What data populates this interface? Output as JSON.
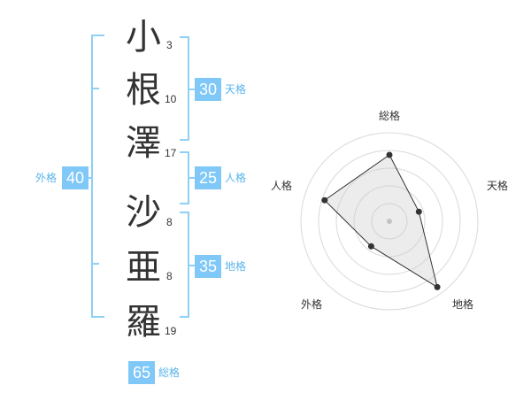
{
  "characters": [
    {
      "char": "小",
      "strokes": "3"
    },
    {
      "char": "根",
      "strokes": "10"
    },
    {
      "char": "澤",
      "strokes": "17"
    },
    {
      "char": "沙",
      "strokes": "8"
    },
    {
      "char": "亜",
      "strokes": "8"
    },
    {
      "char": "羅",
      "strokes": "19"
    }
  ],
  "kaku": {
    "tenkaku": {
      "label": "天格",
      "value": "30"
    },
    "jinkaku": {
      "label": "人格",
      "value": "25"
    },
    "chikaku": {
      "label": "地格",
      "value": "35"
    },
    "gaikaku": {
      "label": "外格",
      "value": "40"
    },
    "soukaku": {
      "label": "総格",
      "value": "65"
    }
  },
  "colors": {
    "accent": "#7fc8f8",
    "accent_text": "#5ab4ea",
    "bracket": "#8fd0f5"
  },
  "chart_data": {
    "type": "radar",
    "axes": [
      "総格",
      "天格",
      "地格",
      "外格",
      "人格"
    ],
    "values": [
      0.75,
      0.35,
      0.92,
      0.35,
      0.77
    ],
    "range": [
      0,
      1
    ]
  }
}
